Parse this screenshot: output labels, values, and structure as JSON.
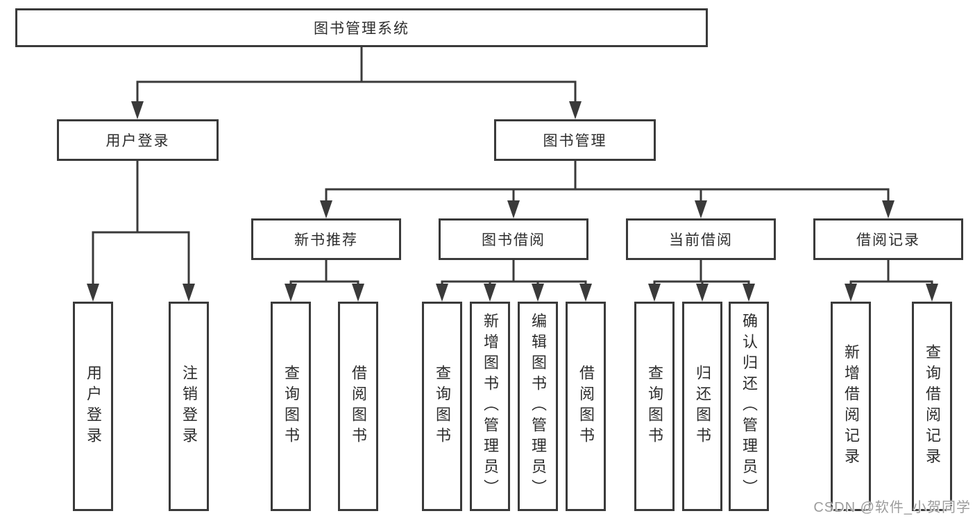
{
  "tree": {
    "root": "图书管理系统",
    "children": [
      {
        "label": "用户登录",
        "children": [
          "用户登录",
          "注销登录"
        ]
      },
      {
        "label": "图书管理",
        "children": [
          {
            "label": "新书推荐",
            "children": [
              "查询图书",
              "借阅图书"
            ]
          },
          {
            "label": "图书借阅",
            "children": [
              "查询图书",
              "新增图书（管理员）",
              "编辑图书（管理员）",
              "借阅图书"
            ]
          },
          {
            "label": "当前借阅",
            "children": [
              "查询图书",
              "归还图书",
              "确认归还（管理员）"
            ]
          },
          {
            "label": "借阅记录",
            "children": [
              "新增借阅记录",
              "查询借阅记录"
            ]
          }
        ]
      }
    ]
  },
  "watermark": {
    "text": "CSDN @软件_小贺同学"
  },
  "colors": {
    "line": "#3a3a3a",
    "box_border": "#3a3a3a",
    "box_background": "#ffffff",
    "text": "#2d2d2d",
    "watermark_text": "#9c9c9c"
  }
}
